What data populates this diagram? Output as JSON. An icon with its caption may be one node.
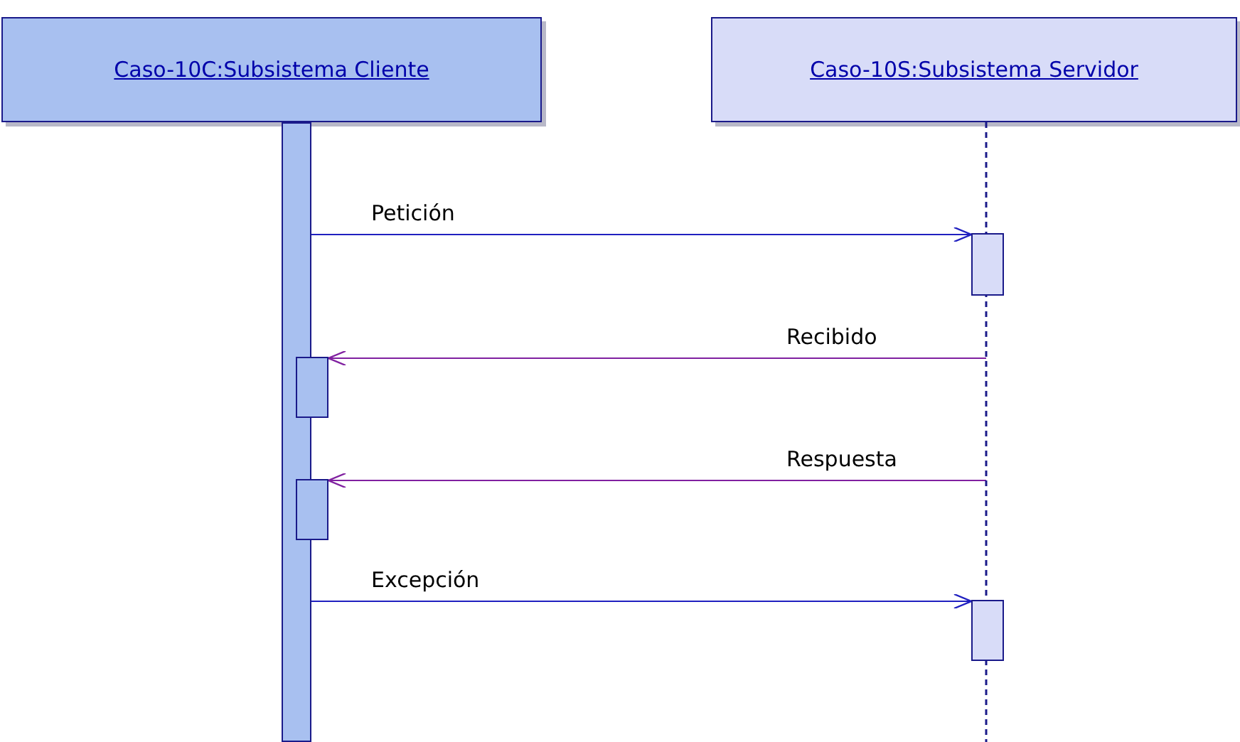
{
  "diagram": {
    "nodes": [
      {
        "text": [
          "Caso-10C:Subsistema Cliente"
        ]
      },
      {
        "text": [
          "Caso-10S:Subsistema Servidor"
        ]
      },
      {
        "text": [],
        "shape": "bar"
      },
      {
        "text": [],
        "shape": "line"
      },
      {
        "text": [],
        "shape": "box"
      },
      {
        "text": [],
        "shape": "box"
      },
      {
        "text": [],
        "shape": "box"
      },
      {
        "text": [],
        "shape": "box"
      }
    ],
    "edges": [
      {
        "from": 2,
        "to": 4,
        "arrow": "to",
        "label": "Petición"
      },
      {
        "from": 3,
        "to": 5,
        "arrow": "to",
        "label": "Recibido",
        "color": "#8020a0"
      },
      {
        "from": 3,
        "to": 6,
        "arrow": "to",
        "label": "Respuesta",
        "color": "#8020a0"
      },
      {
        "from": 2,
        "to": 7,
        "arrow": "to",
        "label": "Excepción"
      }
    ]
  }
}
